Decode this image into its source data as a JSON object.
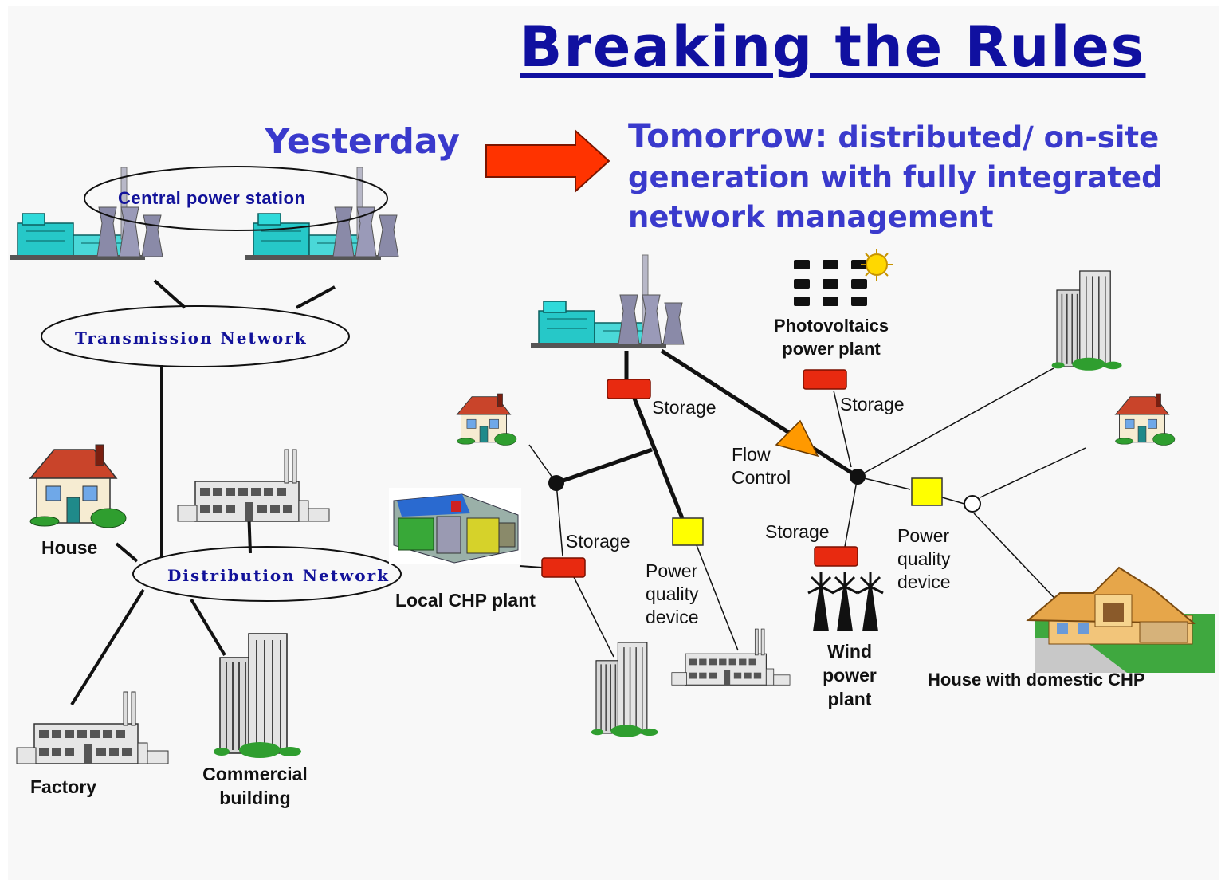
{
  "title": "Breaking the Rules",
  "yesterday_label": "Yesterday",
  "tomorrow": {
    "lead": "Tomorrow:",
    "line1_rest": "distributed/ on-site",
    "line2": "generation with fully integrated",
    "line3": "network management"
  },
  "left_diagram": {
    "central_power_station": "Central power station",
    "transmission_network": "Transmission Network",
    "distribution_network": "Distribution Network",
    "house": "House",
    "factory": "Factory",
    "commercial_building": "Commercial building"
  },
  "right_diagram": {
    "photovoltaics": "Photovoltaics power plant",
    "storage_labels": [
      "Storage",
      "Storage",
      "Storage",
      "Storage"
    ],
    "flow_control": "Flow Control",
    "power_quality_device": "Power quality device",
    "local_chp_plant": "Local CHP plant",
    "wind_power_plant": "Wind power plant",
    "house_with_domestic_chp": "House with domestic CHP"
  },
  "colors": {
    "title": "#1010a0",
    "subtitle": "#3a3acc",
    "arrow": "#ff3300",
    "storage": "#e82a10",
    "power_quality": "#ffff00",
    "flow_control": "#ff9900",
    "power_plant": "#26c8c8"
  }
}
